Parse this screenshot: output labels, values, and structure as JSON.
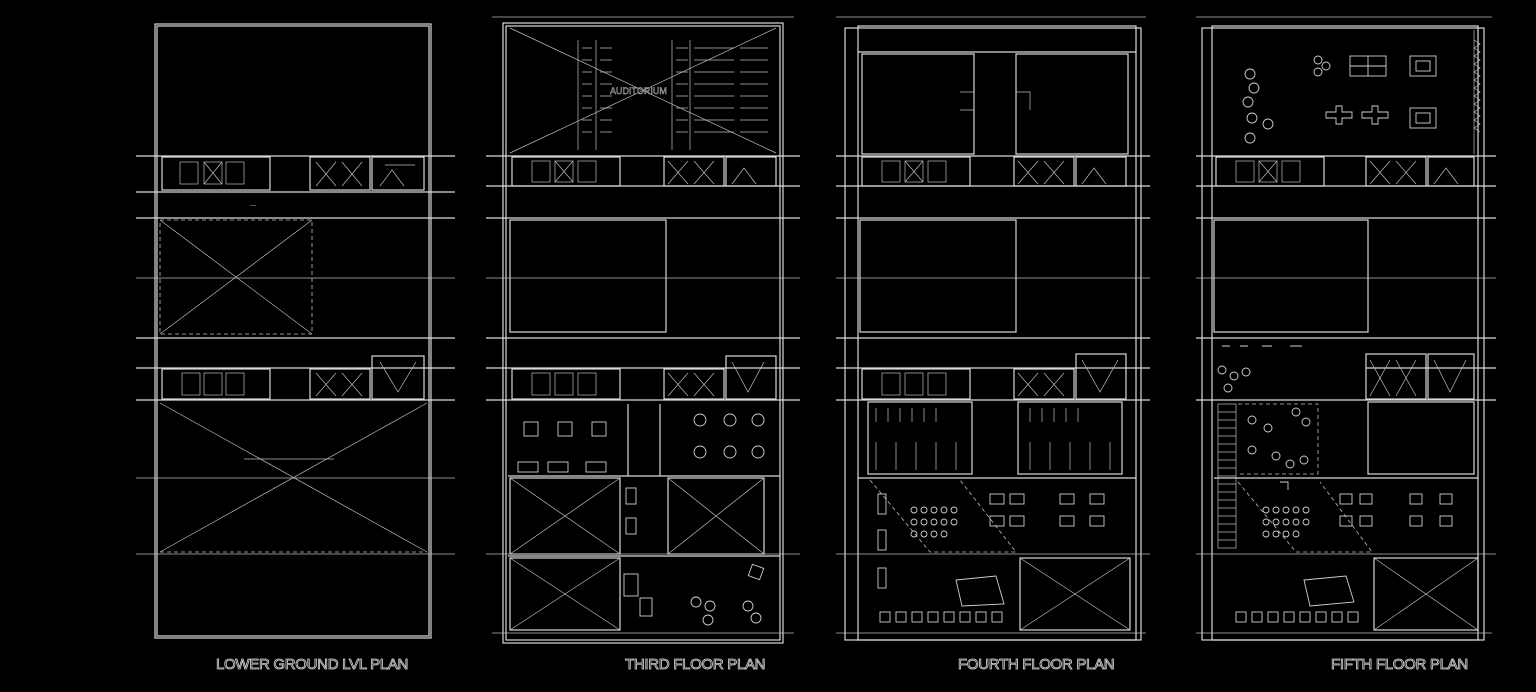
{
  "drawing": {
    "plans": [
      {
        "id": "lower-ground",
        "title": "LOWER GROUND LVL PLAN"
      },
      {
        "id": "third",
        "title": "THIRD FLOOR PLAN",
        "room_label": "AUDITORIUM"
      },
      {
        "id": "fourth",
        "title": "FOURTH FLOOR PLAN"
      },
      {
        "id": "fifth",
        "title": "FIFTH FLOOR PLAN"
      }
    ]
  },
  "colors": {
    "background": "#000000",
    "linework": "#d9d9d9"
  }
}
